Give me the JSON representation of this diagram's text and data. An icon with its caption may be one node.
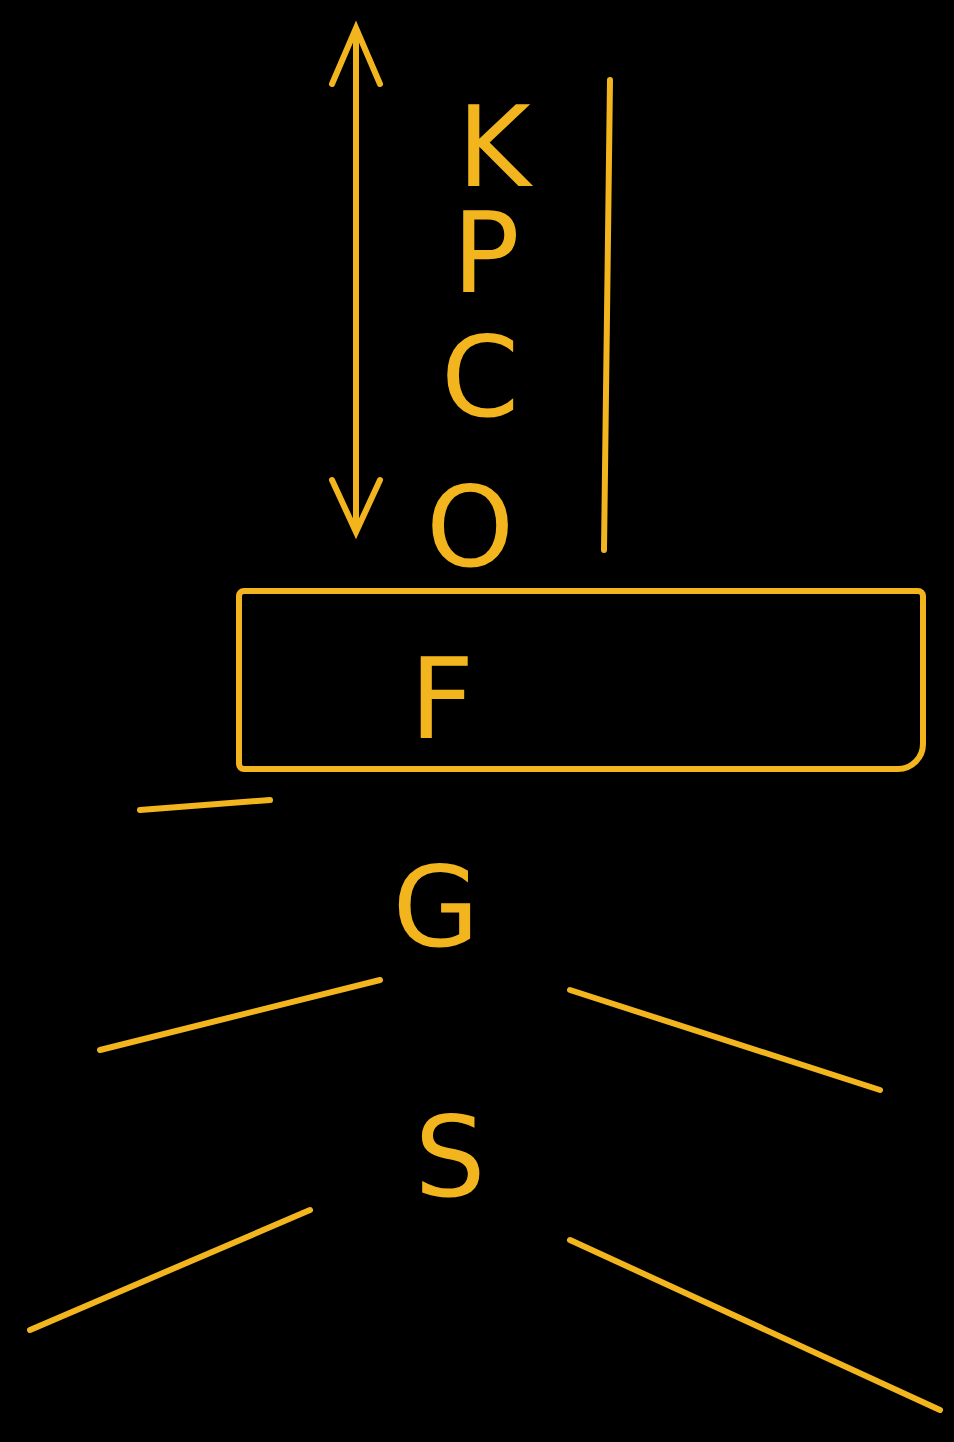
{
  "diagram": {
    "nodes": [
      {
        "text": [
          "F"
        ]
      }
    ],
    "labels": [
      "K",
      "P",
      "C",
      "O",
      "G",
      "S"
    ]
  }
}
